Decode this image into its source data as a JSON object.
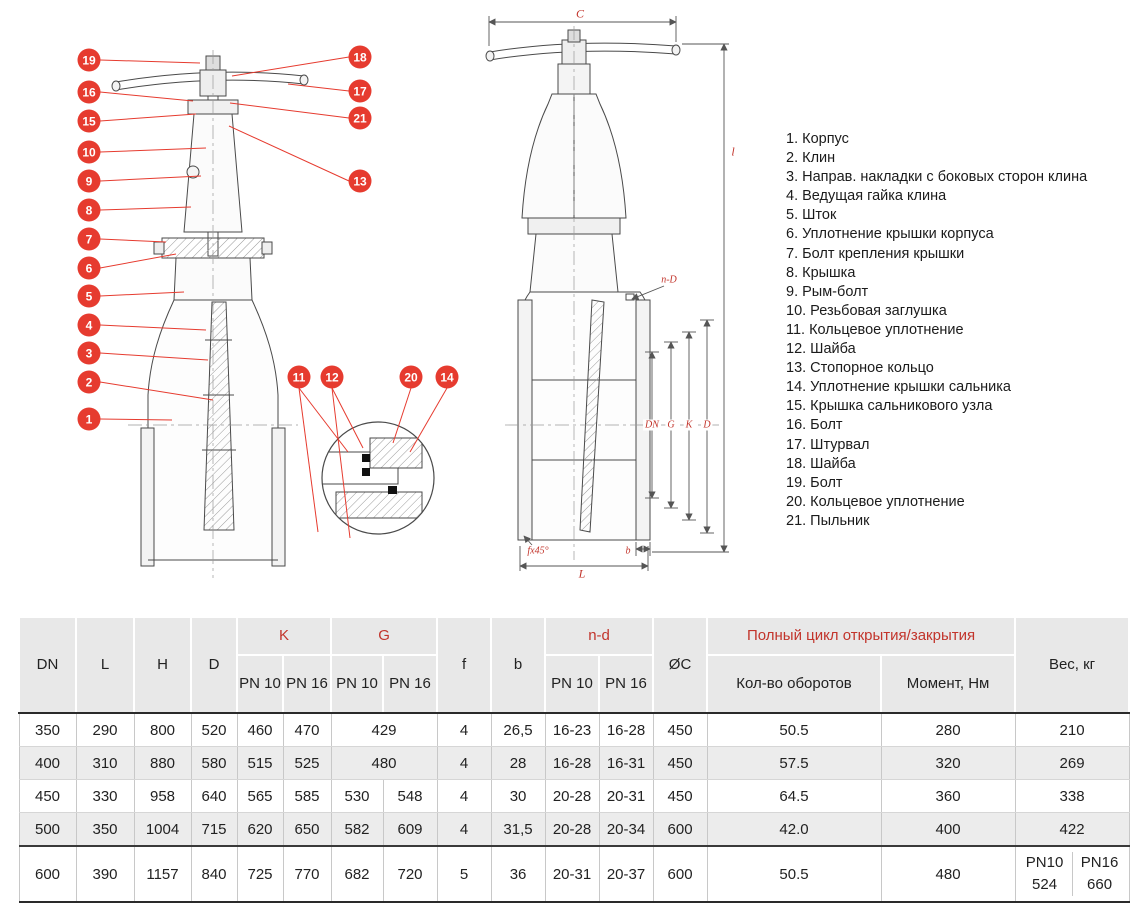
{
  "colors": {
    "callout_red": "#e63b2f",
    "dimension_red": "#c2342b",
    "header_bg": "#e8e8e8",
    "row_shade": "#ececec"
  },
  "legend": {
    "items": [
      "1. Корпус",
      "2. Клин",
      "3. Направ. накладки с боковых сторон клина",
      "4. Ведущая гайка клина",
      "5. Шток",
      "6. Уплотнение крышки корпуса",
      "7. Болт крепления крышки",
      "8. Крышка",
      "9. Рым-болт",
      "10. Резьбовая заглушка",
      "11. Кольцевое уплотнение",
      "12. Шайба",
      "13. Стопорное кольцо",
      "14. Уплотнение крышки сальника",
      "15. Крышка сальникового узла",
      "16. Болт",
      "17. Штурвал",
      "18. Шайба",
      "19. Болт",
      "20. Кольцевое уплотнение",
      "21. Пыльник"
    ]
  },
  "callouts": [
    "19",
    "16",
    "15",
    "10",
    "9",
    "8",
    "7",
    "6",
    "5",
    "4",
    "3",
    "2",
    "1",
    "18",
    "17",
    "21",
    "13",
    "11",
    "12",
    "20",
    "14"
  ],
  "dimensions": {
    "c": "C",
    "l": "l",
    "n_d": "n-D",
    "dn": "DN",
    "g": "G",
    "k": "K",
    "d": "D",
    "f45": "fx45°",
    "b": "b",
    "L": "L"
  },
  "table": {
    "headers": {
      "dn": "DN",
      "l": "L",
      "h": "H",
      "d": "D",
      "k": "K",
      "g": "G",
      "f": "f",
      "b": "b",
      "nd": "n-d",
      "oc": "ØC",
      "cycle": "Полный цикл открытия/закрытия",
      "turns": "Кол-во оборотов",
      "torque": "Момент, Нм",
      "weight": "Вес, кг",
      "pn10": "PN 10",
      "pn16": "PN 16"
    },
    "rows": [
      {
        "dn": "350",
        "l": "290",
        "h": "800",
        "d": "520",
        "k10": "460",
        "k16": "470",
        "g": "429",
        "f": "4",
        "b": "26,5",
        "nd10": "16-23",
        "nd16": "16-28",
        "oc": "450",
        "turns": "50.5",
        "torque": "280",
        "weight": "210"
      },
      {
        "dn": "400",
        "l": "310",
        "h": "880",
        "d": "580",
        "k10": "515",
        "k16": "525",
        "g": "480",
        "f": "4",
        "b": "28",
        "nd10": "16-28",
        "nd16": "16-31",
        "oc": "450",
        "turns": "57.5",
        "torque": "320",
        "weight": "269"
      },
      {
        "dn": "450",
        "l": "330",
        "h": "958",
        "d": "640",
        "k10": "565",
        "k16": "585",
        "g10": "530",
        "g16": "548",
        "f": "4",
        "b": "30",
        "nd10": "20-28",
        "nd16": "20-31",
        "oc": "450",
        "turns": "64.5",
        "torque": "360",
        "weight": "338"
      },
      {
        "dn": "500",
        "l": "350",
        "h": "1004",
        "d": "715",
        "k10": "620",
        "k16": "650",
        "g10": "582",
        "g16": "609",
        "f": "4",
        "b": "31,5",
        "nd10": "20-28",
        "nd16": "20-34",
        "oc": "600",
        "turns": "42.0",
        "torque": "400",
        "weight": "422"
      },
      {
        "dn": "600",
        "l": "390",
        "h": "1157",
        "d": "840",
        "k10": "725",
        "k16": "770",
        "g10": "682",
        "g16": "720",
        "f": "5",
        "b": "36",
        "nd10": "20-31",
        "nd16": "20-37",
        "oc": "600",
        "turns": "50.5",
        "torque": "480",
        "weight_pn10_label": "PN10",
        "weight_pn10": "524",
        "weight_pn16_label": "PN16",
        "weight_pn16": "660"
      }
    ]
  }
}
